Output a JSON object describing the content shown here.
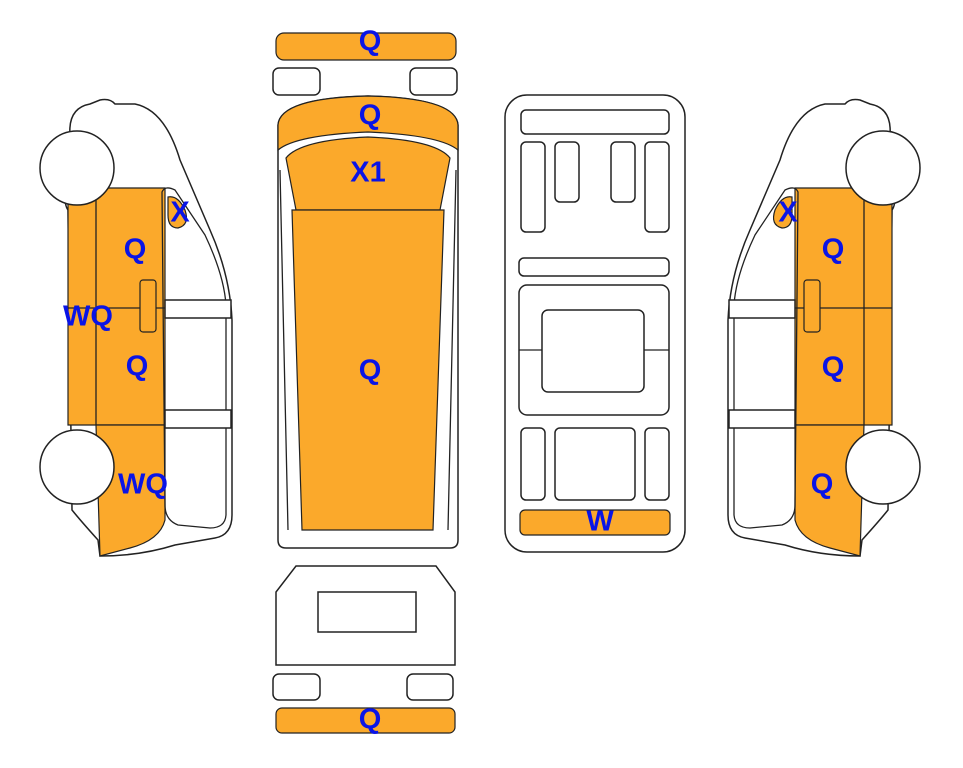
{
  "colors": {
    "damage_fill": "#FBA92B",
    "label": "#0A14E6",
    "outline": "#222222"
  },
  "labels": {
    "front_bumper": "Q",
    "hood": "Q",
    "windshield": "X1",
    "roof": "Q",
    "rear_bumper": "Q",
    "interior_rear": "W",
    "left_mirror": "X",
    "left_front_door": "Q",
    "left_rocker": "WQ",
    "left_rear_door": "Q",
    "left_rear_quarter": "WQ",
    "right_mirror": "X",
    "right_front_door": "Q",
    "right_rear_door": "Q",
    "right_rear_quarter": "Q"
  }
}
